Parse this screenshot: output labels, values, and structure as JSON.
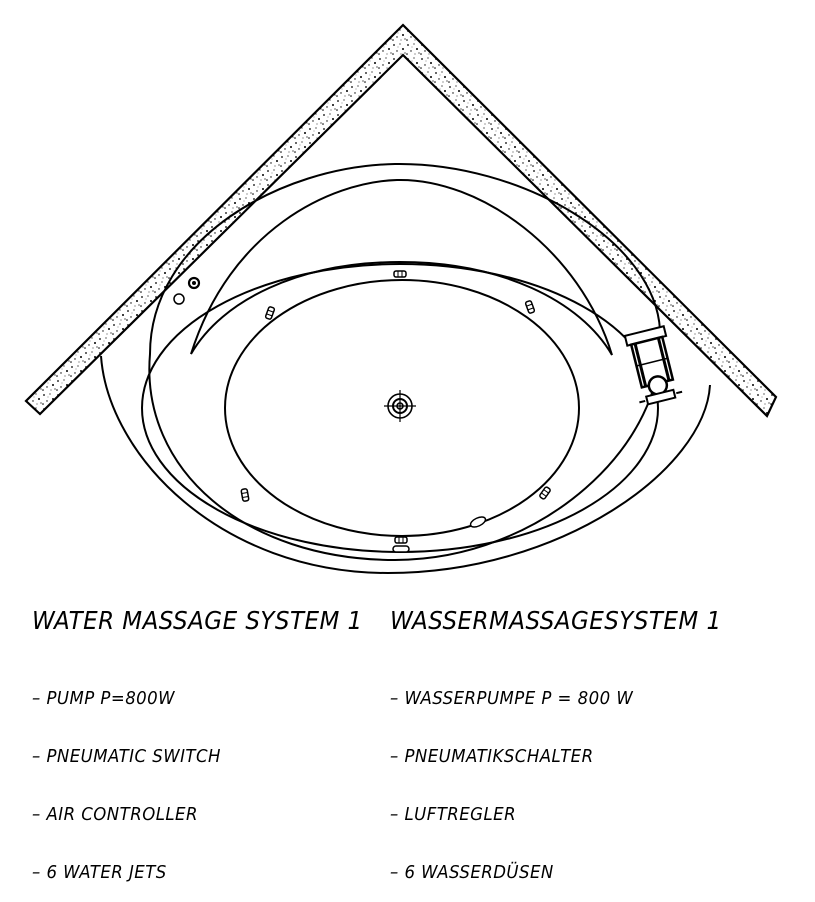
{
  "caption": {
    "title_en": "WATER MASSAGE SYSTEM 1",
    "title_de": "WASSERMASSAGESYSTEM 1",
    "items_en": [
      "– PUMP P=800W",
      "– PNEUMATIC SWITCH",
      "– AIR CONTROLLER",
      "– 6 WATER JETS"
    ],
    "items_de": [
      "– WASSERPUMPE P = 800 W",
      "– PNEUMATIKSCHALTER",
      "– LUFTREGLER",
      "– 6 WASSERDÜSEN"
    ]
  },
  "colors": {
    "line": "#000000",
    "background": "#ffffff",
    "wall_fill": "#ffffff"
  }
}
